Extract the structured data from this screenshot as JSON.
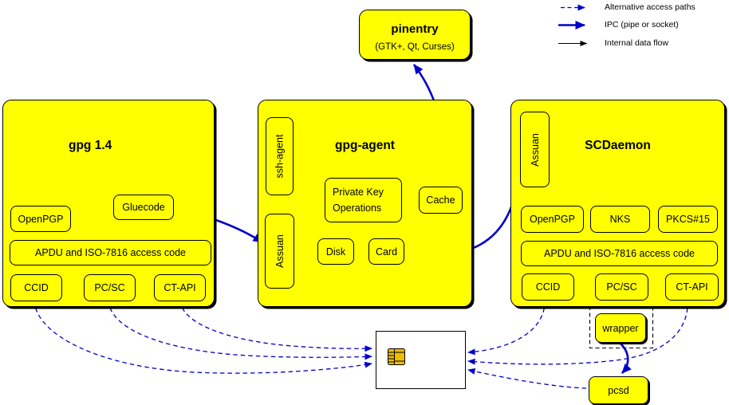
{
  "legend": {
    "items": [
      {
        "label": "Alternative access paths",
        "style": "dashed-blue-thin"
      },
      {
        "label": "IPC (pipe or socket)",
        "style": "solid-blue-thick"
      },
      {
        "label": "Internal data flow",
        "style": "solid-black-thin"
      }
    ]
  },
  "pinentry": {
    "title": "pinentry",
    "subtitle": "(GTK+, Qt, Curses)"
  },
  "gpg14": {
    "title": "gpg 1.4",
    "openpgp": "OpenPGP",
    "gluecode": "Gluecode",
    "apdu": "APDU and ISO-7816 access code",
    "ccid": "CCID",
    "pcsc": "PC/SC",
    "ctapi": "CT-API"
  },
  "gpg_agent": {
    "title": "gpg-agent",
    "ssh_agent": "ssh-agent",
    "assuan": "Assuan",
    "private_key_ops": "Private Key Operations",
    "cache": "Cache",
    "disk": "Disk",
    "card": "Card"
  },
  "scdaemon": {
    "title": "SCDaemon",
    "assuan": "Assuan",
    "openpgp": "OpenPGP",
    "nks": "NKS",
    "pkcs15": "PKCS#15",
    "apdu": "APDU and ISO-7816 access code",
    "ccid": "CCID",
    "pcsc": "PC/SC",
    "ctapi": "CT-API"
  },
  "external": {
    "wrapper": "wrapper",
    "pcsd": "pcsd"
  },
  "colors": {
    "box_yellow": "#ffff00",
    "arrow_blue": "#0000cc",
    "line_black": "#000000",
    "chip_gold": "#edbe00"
  }
}
